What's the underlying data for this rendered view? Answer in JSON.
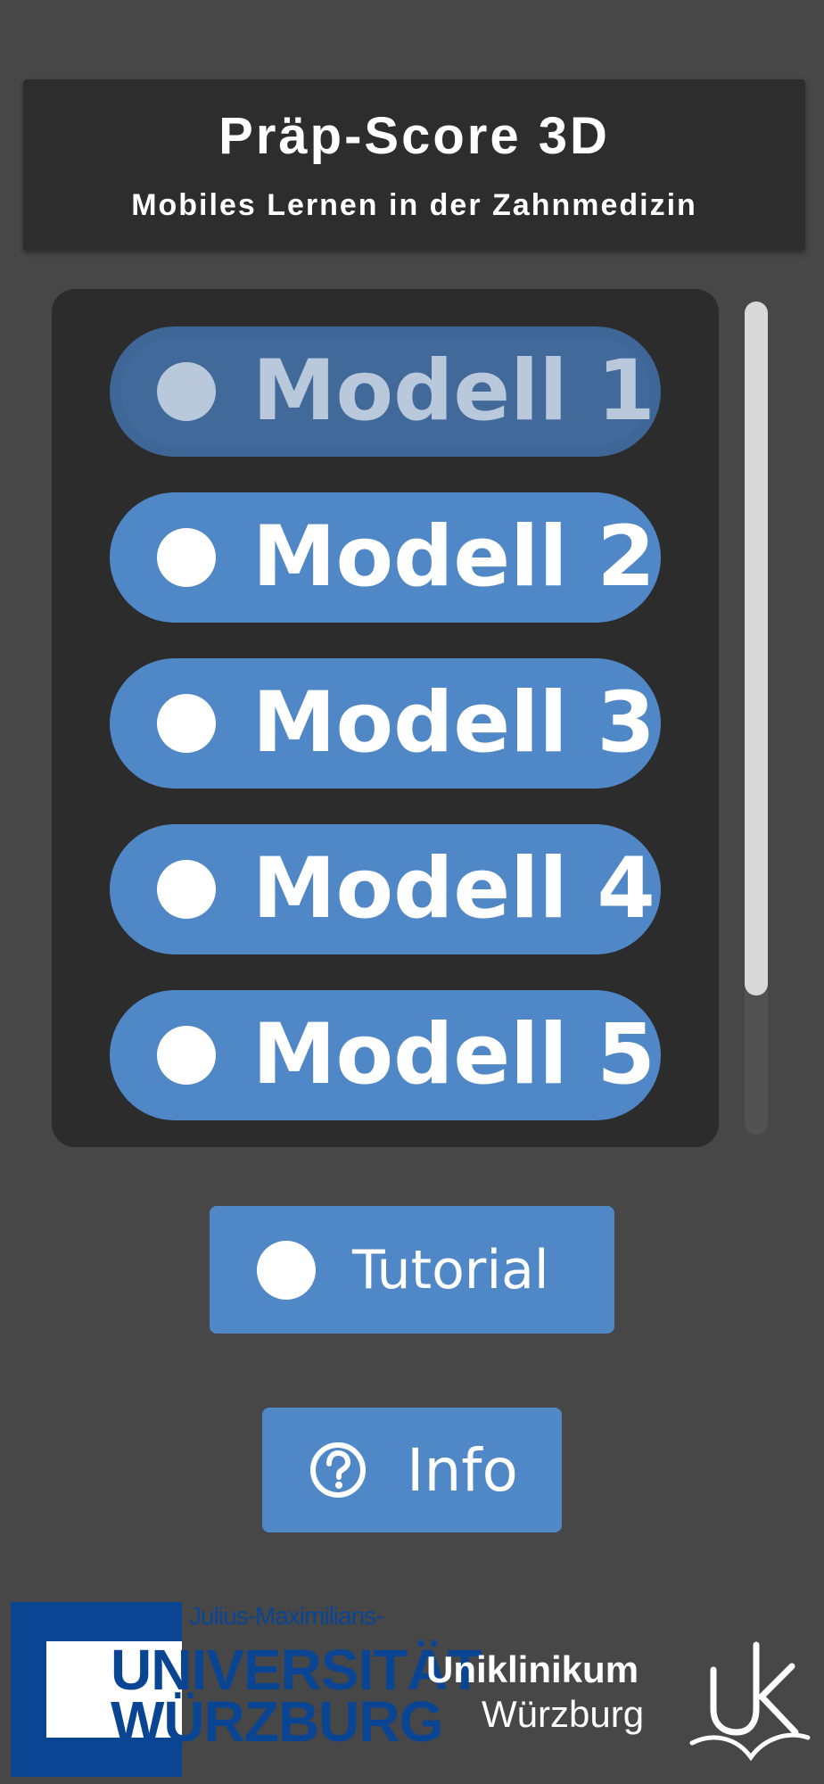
{
  "header": {
    "title": "Präp-Score 3D",
    "subtitle": "Mobiles Lernen in der Zahnmedizin"
  },
  "models": [
    {
      "label": "Modell 1",
      "selected": true
    },
    {
      "label": "Modell 2",
      "selected": false
    },
    {
      "label": "Modell 3",
      "selected": false
    },
    {
      "label": "Modell 4",
      "selected": false
    },
    {
      "label": "Modell 5",
      "selected": false
    }
  ],
  "tutorial": {
    "label": "Tutorial"
  },
  "info": {
    "label": "Info",
    "icon": "help-circle-icon"
  },
  "footer": {
    "jmu": {
      "small": "Julius-Maximilians-",
      "line1": "UNIVERSITÄT",
      "line2": "WÜRZBURG"
    },
    "ukw": {
      "line1": "Uniklinikum",
      "line2": "Würzburg"
    }
  },
  "colors": {
    "background": "#474747",
    "header": "#2d2d2d",
    "panel": "#2c2c2c",
    "button": "#5087c6",
    "button_selected": "#416a9a",
    "jmu_blue": "#0a4594"
  }
}
